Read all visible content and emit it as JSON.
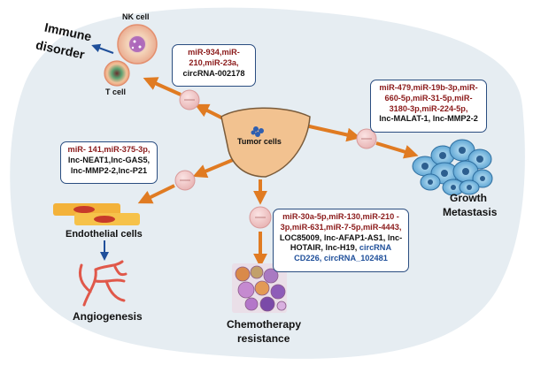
{
  "labels": {
    "nk_cell": "NK cell",
    "t_cell": "T cell",
    "immune_disorder_1": "Immune",
    "immune_disorder_2": "disorder",
    "tumor_cells": "Tumor cells",
    "endothelial_cells": "Endothelial cells",
    "angiogenesis": "Angiogenesis",
    "chemo_1": "Chemotherapy",
    "chemo_2": "resistance",
    "growth": "Growth",
    "metastasis": "Metastasis"
  },
  "boxes": {
    "immune": [
      {
        "text": "miR-934,miR-",
        "kind": "mir"
      },
      {
        "text": "210,miR-23a,",
        "kind": "mir"
      },
      {
        "text": "circRNA-002178",
        "kind": "lnc"
      }
    ],
    "growth": [
      {
        "text": "miR-479,miR-19b-3p,miR-",
        "kind": "mir"
      },
      {
        "text": "660-5p,miR-31-5p,miR-",
        "kind": "mir"
      },
      {
        "text": "3180-3p,miR-224-5p,",
        "kind": "mir"
      },
      {
        "text": "lnc-MALAT-1, lnc-MMP2-2",
        "kind": "lnc"
      }
    ],
    "endothelial": [
      {
        "text": "miR- 141,miR-375-3p,",
        "kind": "mir"
      },
      {
        "text": "lnc-NEAT1,lnc-GAS5,",
        "kind": "lnc"
      },
      {
        "text": "lnc-MMP2-2,lnc-P21",
        "kind": "lnc"
      }
    ],
    "chemo": [
      {
        "text": "miR-30a-5p,miR-130,miR-210 -",
        "kind": "mir"
      },
      {
        "text": "3p,miR-631,miR-7-5p,miR-4443,",
        "kind": "mir"
      },
      {
        "text": "LOC85009, lnc-AFAP1-AS1, lnc-",
        "kind": "lnc"
      },
      {
        "text": "HOTAIR, lnc-H19, circRNA",
        "kind": "mixed"
      },
      {
        "text": "CD226, circRNA_102481",
        "kind": "circ"
      }
    ]
  },
  "colors": {
    "arrow": "#e07b22",
    "box_border": "#2a4d80",
    "mirna_text": "#8b1a1a",
    "circrna_text": "#1f4f9a",
    "background_blob": "#e6edf2",
    "tumor_fill": "#f2c290"
  }
}
